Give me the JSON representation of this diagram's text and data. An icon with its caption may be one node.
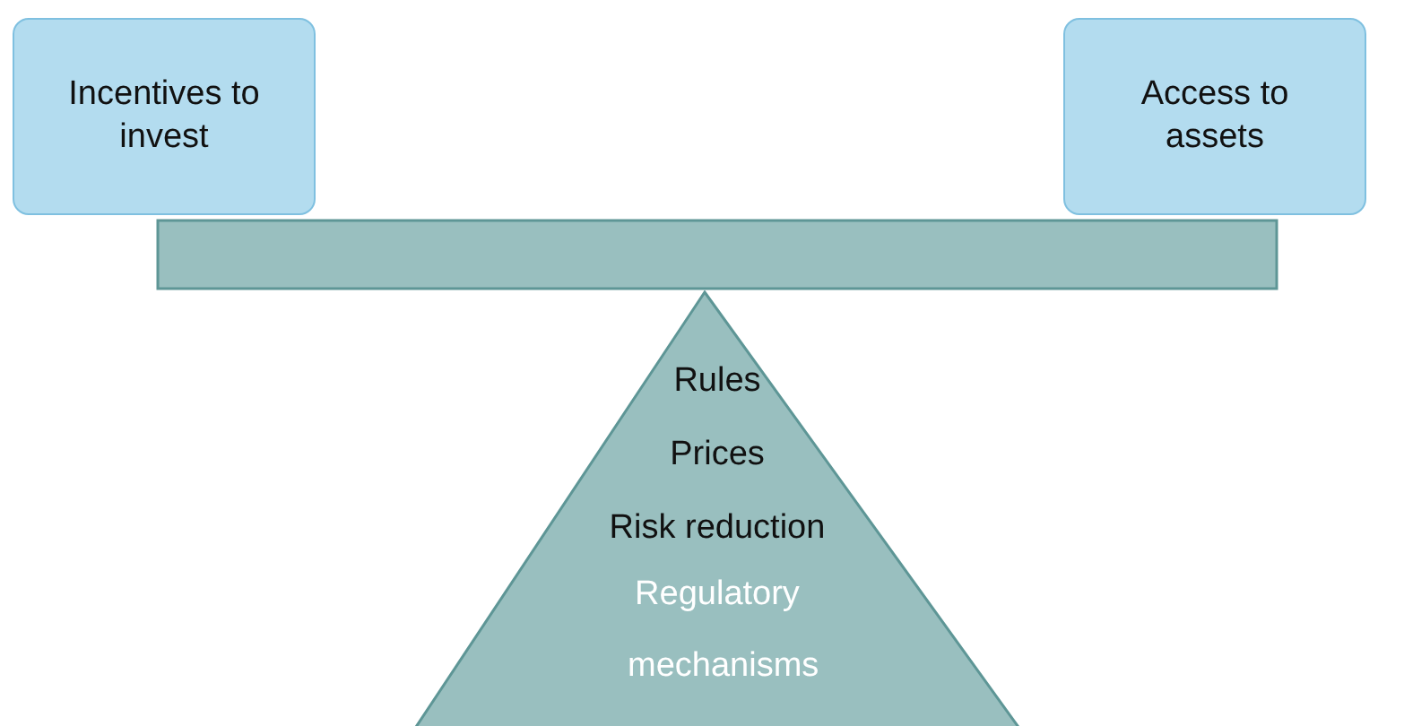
{
  "diagram": {
    "nodes": [
      {
        "text": [
          "Incentives to invest"
        ]
      },
      {
        "text": [
          "Access to assets"
        ]
      },
      {
        "text": [],
        "shape": "bar"
      },
      {
        "text": [
          "Rules",
          "Prices",
          "Risk reduction",
          "Regulatory mechanisms"
        ]
      }
    ]
  }
}
